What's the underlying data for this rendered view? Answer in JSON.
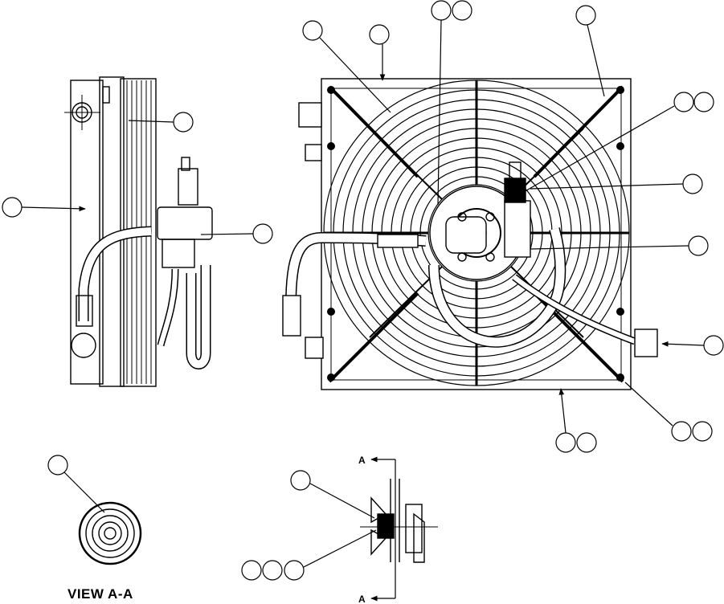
{
  "diagram": {
    "view_caption": "VIEW A-A",
    "section_marker_top": "A",
    "section_marker_bottom": "A"
  }
}
